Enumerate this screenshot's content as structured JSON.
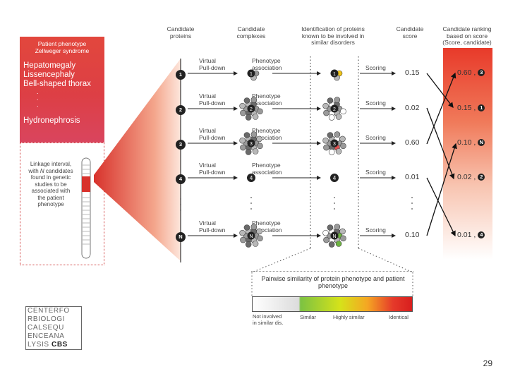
{
  "headers": {
    "candidate_proteins": "Candidate\nproteins",
    "candidate_complexes": "Candidate\ncomplexes",
    "identification": "Identification of proteins\nknown to be involved in\nsimilar disorders",
    "candidate_score": "Candidate\nscore",
    "candidate_ranking": "Candidate ranking\nbased on score\n(Score, candidate)"
  },
  "patient": {
    "title": "Patient phenotype\nZellweger syndrome",
    "phenotypes": [
      "Hepatomegaly",
      "Lissencephaly",
      "Bell-shaped thorax"
    ],
    "last_phenotype": "Hydronephrosis",
    "dots": ". \n. \n."
  },
  "linkage": {
    "text_prefix": "Linkage interval,\nwith ",
    "n": "N",
    "text_suffix": " candidates\nfound in genetic\nstudies to be\nassociated with\nthe patient\nphenotype"
  },
  "rows": [
    {
      "id": "1",
      "pulldown": "Virtual\nPull-down",
      "association": "Phenotype\nassociation",
      "scoring": "Scoring",
      "score": "0.15",
      "rank_score": "0.60 ,",
      "rank_id": "3"
    },
    {
      "id": "2",
      "pulldown": "Virtual\nPull-down",
      "association": "Phenotype\nassociation",
      "scoring": "Scoring",
      "score": "0.02",
      "rank_score": "0.15 ,",
      "rank_id": "1"
    },
    {
      "id": "3",
      "pulldown": "Virtual\nPull-down",
      "association": "Phenotype\nassociation",
      "scoring": "Scoring",
      "score": "0.60",
      "rank_score": "0.10 ,",
      "rank_id": "N"
    },
    {
      "id": "4",
      "pulldown": "Virtual\nPull-down",
      "association": "Phenotype\nassociation",
      "scoring": "Scoring",
      "score": "0.01",
      "rank_score": "0.02 ,",
      "rank_id": "2"
    },
    {
      "id": "N",
      "pulldown": "Virtual\nPull-down",
      "association": "Phenotype\nassociation",
      "scoring": "Scoring",
      "score": "0.10",
      "rank_score": "0.01 ,",
      "rank_id": "4"
    }
  ],
  "legend": {
    "title": "Pairwise similarity of protein  phenotype and patient\nphenotype",
    "not_involved": "Not involved\nin similar dis.",
    "similar": "Similar",
    "highly_similar": "Highly similar",
    "identical": "Identical"
  },
  "logo": {
    "lines": [
      "CENTERFO",
      "RBIOLOGI",
      "CALSEQU",
      "ENCEANA"
    ],
    "last_prefix": "LYSIS ",
    "last_bold": "CBS"
  },
  "page_number": "29",
  "colors": {
    "red": "#e2473d",
    "pink": "#d9455e",
    "yellow": "#f0c419",
    "green": "#6cb33f",
    "dark_red": "#c0282d"
  }
}
